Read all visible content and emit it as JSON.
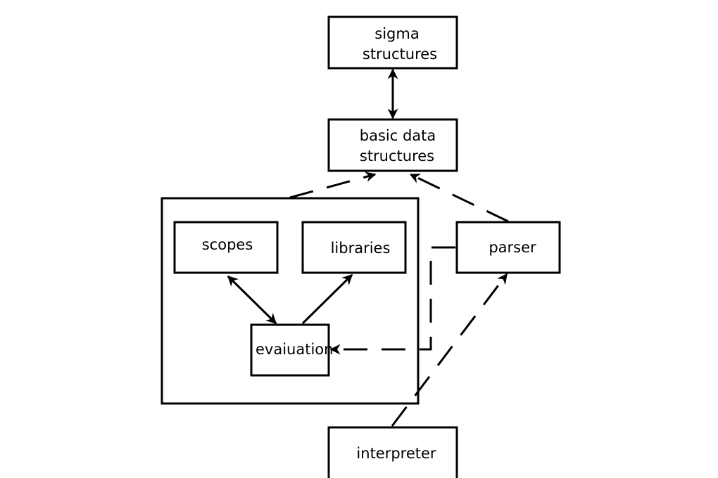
{
  "nodes": {
    "sigma": {
      "line1": "sigma",
      "line2": "structures"
    },
    "basic": {
      "line1": "basic data",
      "line2": "structures"
    },
    "scopes": {
      "label": "scopes"
    },
    "libraries": {
      "label": "libraries"
    },
    "parser": {
      "label": "parser"
    },
    "evaluation": {
      "label": "evaiuation"
    },
    "interpreter": {
      "label": "interpreter"
    }
  },
  "colors": {
    "stroke": "#000000",
    "background": "#ffffff"
  }
}
